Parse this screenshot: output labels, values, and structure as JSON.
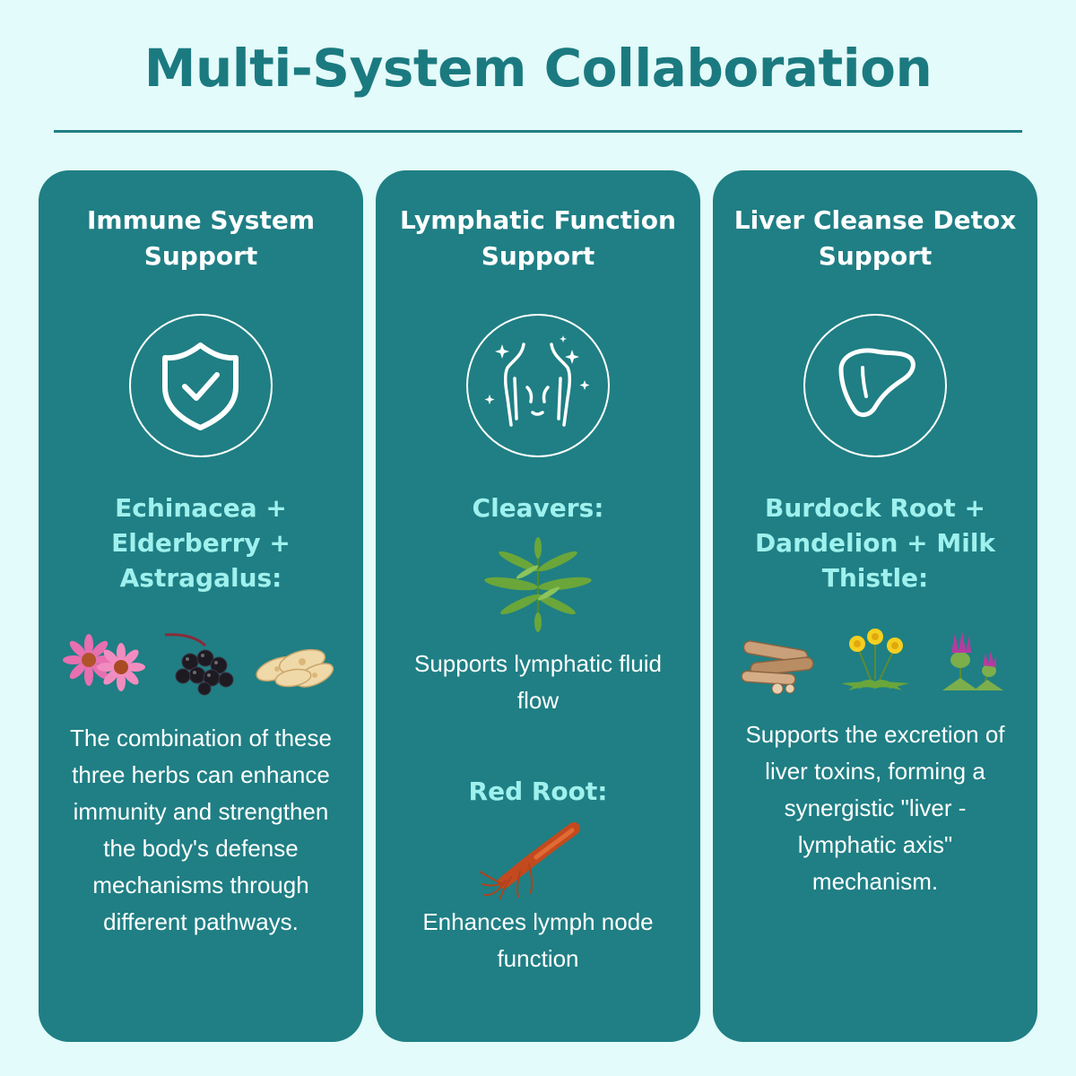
{
  "header": {
    "title": "Multi-System Collaboration"
  },
  "cards": [
    {
      "title": "Immune System Support",
      "icon": "shield-check-icon",
      "herbs_label": "Echinacea + Elderberry + Astragalus:",
      "images": [
        "echinacea-flower",
        "elderberry-cluster",
        "astragalus-slices"
      ],
      "description": "The combination of these three herbs can enhance immunity and strengthen the body's defense mechanisms through different pathways."
    },
    {
      "title": "Lymphatic Function Support",
      "icon": "back-sparkle-icon",
      "herb1_label": "Cleavers:",
      "herb1_image": "cleavers-sprig",
      "herb1_description": "Supports lymphatic fluid flow",
      "herb2_label": "Red Root:",
      "herb2_image": "red-root",
      "herb2_description": "Enhances lymph node function"
    },
    {
      "title": "Liver Cleanse Detox Support",
      "icon": "liver-icon",
      "herbs_label": "Burdock Root + Dandelion + Milk Thistle:",
      "images": [
        "burdock-root",
        "dandelion-plant",
        "milk-thistle"
      ],
      "description": "Supports the excretion of liver toxins, forming a synergistic \"liver -lymphatic axis\" mechanism."
    }
  ],
  "colors": {
    "background": "#e3fbfa",
    "card": "#1f7f84",
    "title": "#1b7a80",
    "herb_label": "#9ff1ee",
    "text": "#ffffff"
  }
}
